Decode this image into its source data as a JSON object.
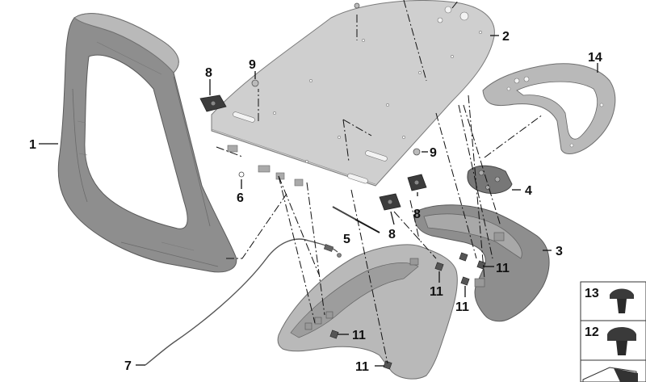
{
  "callouts": {
    "c1": "1",
    "c2": "2",
    "c3": "3",
    "c4": "4",
    "c5": "5",
    "c6": "6",
    "c7": "7",
    "c8a": "8",
    "c8b": "8",
    "c8c": "8",
    "c9a": "9",
    "c9b": "9",
    "c11a": "11",
    "c11b": "11",
    "c11c": "11",
    "c11d": "11",
    "c11e": "11",
    "c12": "12",
    "c13": "13",
    "c14": "14"
  }
}
